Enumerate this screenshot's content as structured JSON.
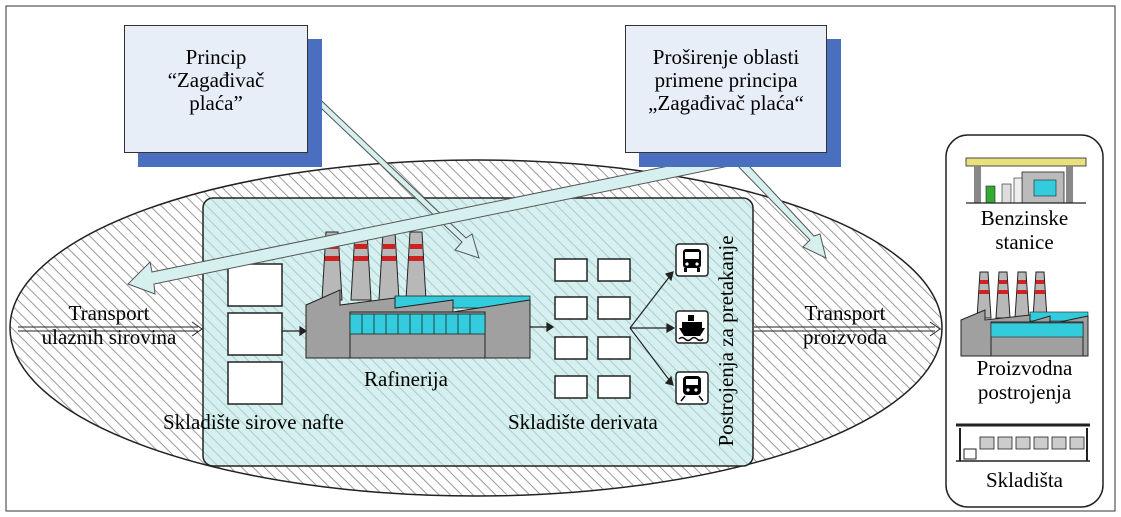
{
  "callouts": {
    "principle": {
      "lines": [
        "Princip",
        "“Zagađivač",
        "plaća”"
      ]
    },
    "extension": {
      "lines": [
        "Proširenje oblasti",
        "primene principa",
        "„Zagađivač plaća“"
      ]
    }
  },
  "labels": {
    "transport_in": [
      "Transport",
      "ulaznih sirovina"
    ],
    "transport_out": [
      "Transport",
      "proizvoda"
    ],
    "refinery": "Rafinerija",
    "crude_storage": "Skladište sirove nafte",
    "derivative_storage": "Skladište derivata",
    "transfer_facilities": "Postrojenja za pretakanje"
  },
  "legend": {
    "gas_stations": [
      "Benzinske",
      "stanice"
    ],
    "production_plants": [
      "Proizvodna",
      "postrojenja"
    ],
    "warehouses": "Skladišta"
  },
  "icons": [
    "bus-icon",
    "ship-icon",
    "train-icon",
    "gas-station-icon",
    "factory-icon",
    "warehouse-icon"
  ],
  "colors": {
    "callout_fill": "#e8eef8",
    "callout_shadow": "#4a6fbf",
    "hatch": "#9a9a9a",
    "site_fill": "#d6f0f0",
    "factory_gray": "#a0a0a0",
    "window_cyan": "#33ccdd",
    "chimney_red": "#cc2222"
  }
}
